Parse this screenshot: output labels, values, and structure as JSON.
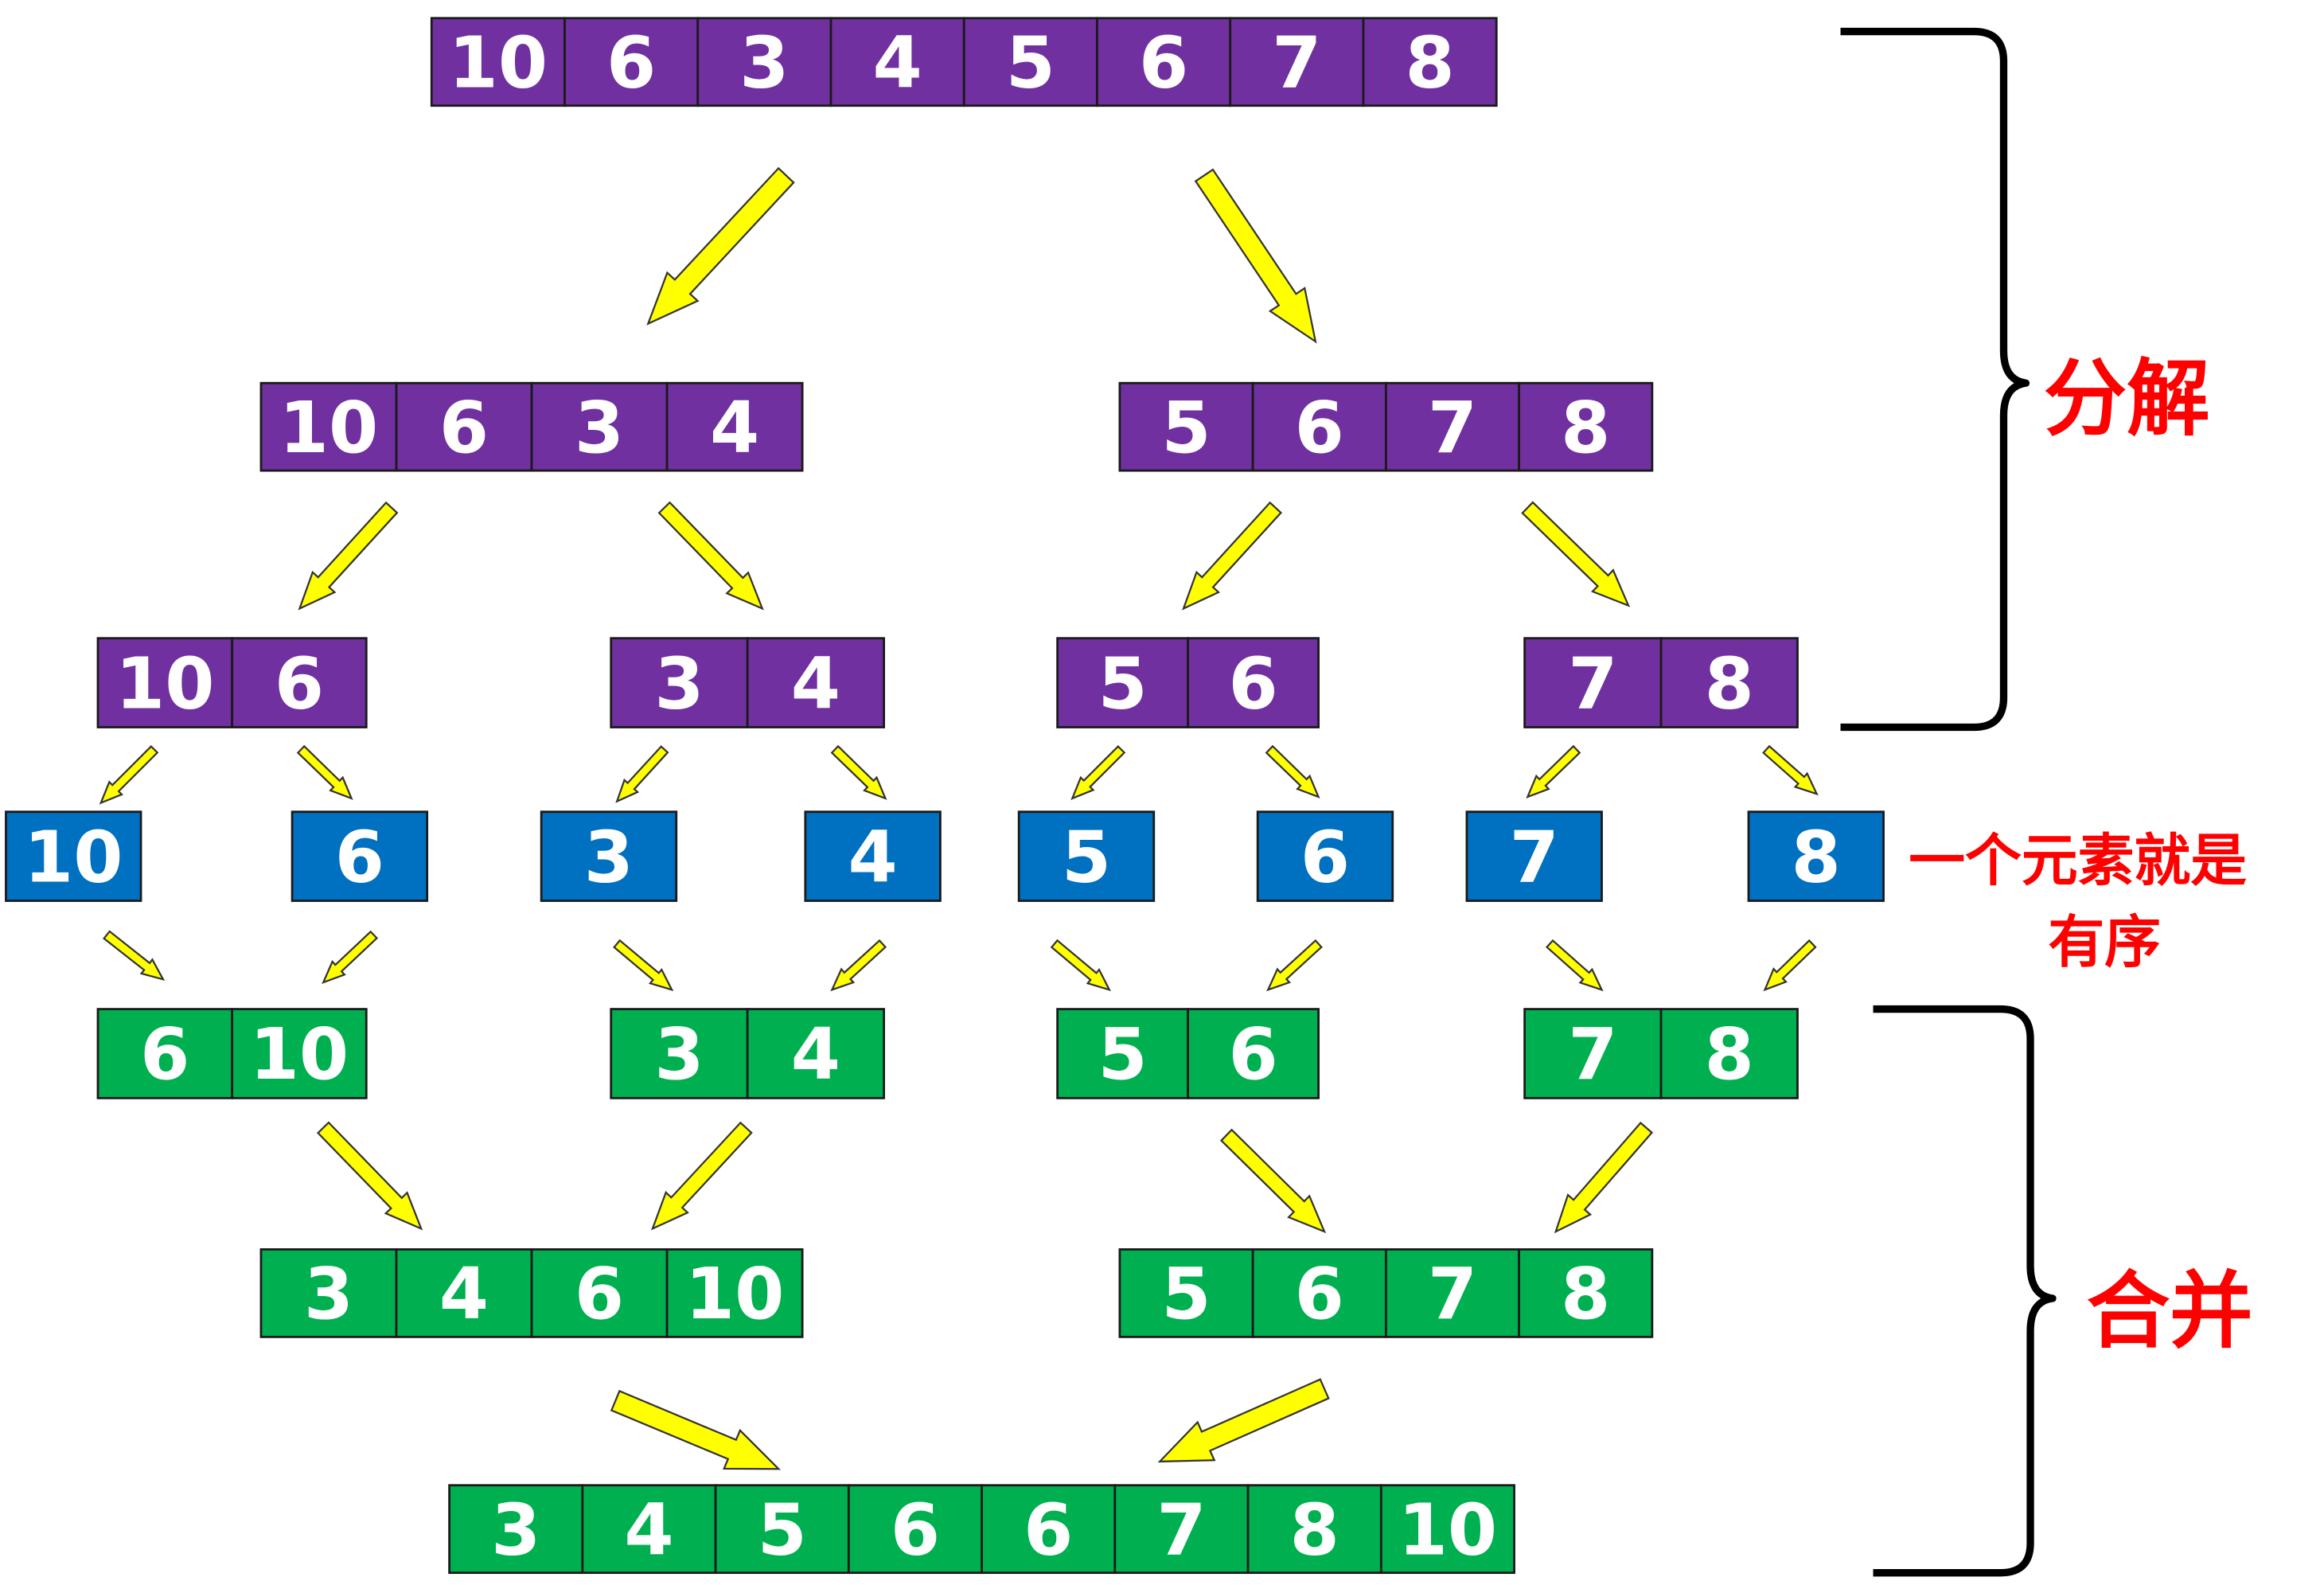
{
  "colors": {
    "split": "#7030A0",
    "single": "#0070C0",
    "merged": "#00B050",
    "arrow_fill": "#FFFF00",
    "arrow_stroke": "#333333",
    "brace": "#000000",
    "label": "#FF0000",
    "cell_text": "#FFFFFF"
  },
  "labels": {
    "split": "分解",
    "single_line1": "一个元素就是",
    "single_line2": "有序",
    "merge": "合并"
  },
  "arrays": [
    {
      "id": "row1-full",
      "kind": "split",
      "values": [
        "10",
        "6",
        "3",
        "4",
        "5",
        "6",
        "7",
        "8"
      ]
    },
    {
      "id": "row2-left",
      "kind": "split",
      "values": [
        "10",
        "6",
        "3",
        "4"
      ]
    },
    {
      "id": "row2-right",
      "kind": "split",
      "values": [
        "5",
        "6",
        "7",
        "8"
      ]
    },
    {
      "id": "row3-a",
      "kind": "split",
      "values": [
        "10",
        "6"
      ]
    },
    {
      "id": "row3-b",
      "kind": "split",
      "values": [
        "3",
        "4"
      ]
    },
    {
      "id": "row3-c",
      "kind": "split",
      "values": [
        "5",
        "6"
      ]
    },
    {
      "id": "row3-d",
      "kind": "split",
      "values": [
        "7",
        "8"
      ]
    },
    {
      "id": "row4-1",
      "kind": "single",
      "values": [
        "10"
      ]
    },
    {
      "id": "row4-2",
      "kind": "single",
      "values": [
        "6"
      ]
    },
    {
      "id": "row4-3",
      "kind": "single",
      "values": [
        "3"
      ]
    },
    {
      "id": "row4-4",
      "kind": "single",
      "values": [
        "4"
      ]
    },
    {
      "id": "row4-5",
      "kind": "single",
      "values": [
        "5"
      ]
    },
    {
      "id": "row4-6",
      "kind": "single",
      "values": [
        "6"
      ]
    },
    {
      "id": "row4-7",
      "kind": "single",
      "values": [
        "7"
      ]
    },
    {
      "id": "row4-8",
      "kind": "single",
      "values": [
        "8"
      ]
    },
    {
      "id": "row5-a",
      "kind": "merged",
      "values": [
        "6",
        "10"
      ]
    },
    {
      "id": "row5-b",
      "kind": "merged",
      "values": [
        "3",
        "4"
      ]
    },
    {
      "id": "row5-c",
      "kind": "merged",
      "values": [
        "5",
        "6"
      ]
    },
    {
      "id": "row5-d",
      "kind": "merged",
      "values": [
        "7",
        "8"
      ]
    },
    {
      "id": "row6-left",
      "kind": "merged",
      "values": [
        "3",
        "4",
        "6",
        "10"
      ]
    },
    {
      "id": "row6-right",
      "kind": "merged",
      "values": [
        "5",
        "6",
        "7",
        "8"
      ]
    },
    {
      "id": "row7-full",
      "kind": "merged",
      "values": [
        "3",
        "4",
        "5",
        "6",
        "6",
        "7",
        "8",
        "10"
      ]
    }
  ]
}
